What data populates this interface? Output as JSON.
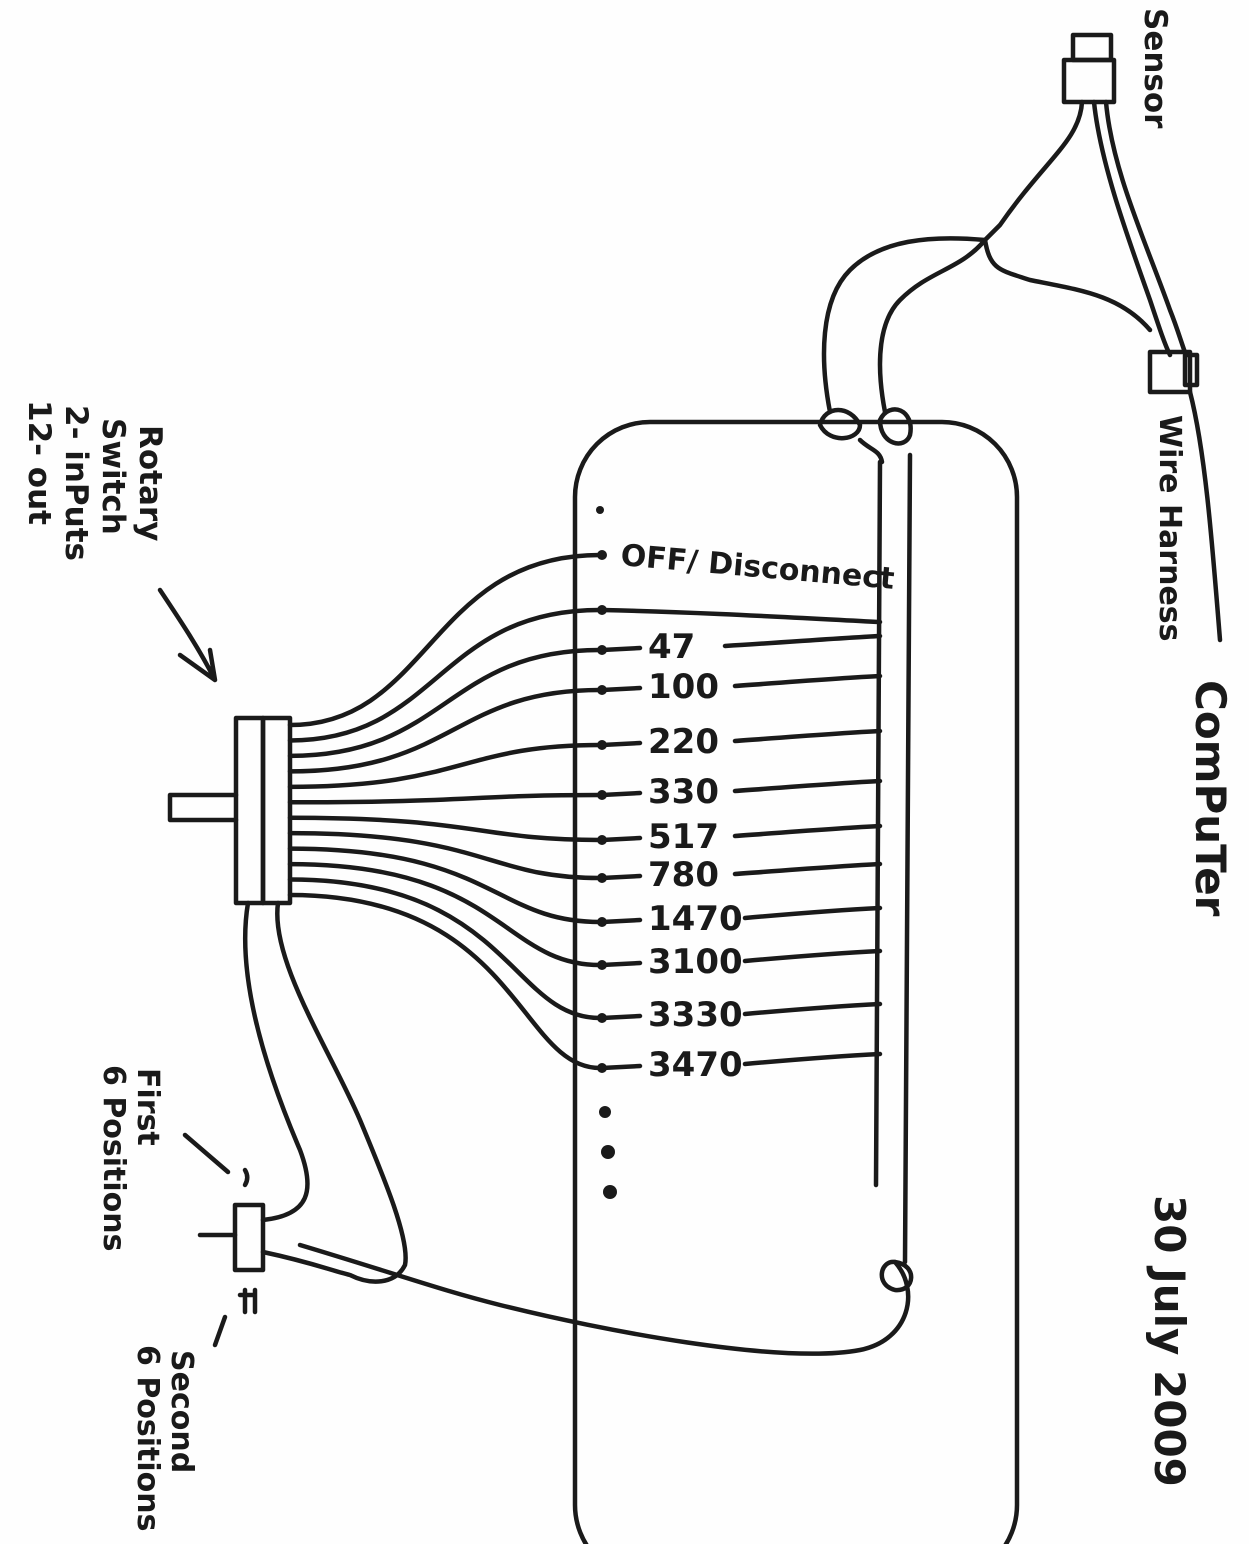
{
  "labels": {
    "sensor": "Sensor",
    "wire_harness": "Wire Harness",
    "computer": "ComPuTer",
    "date": "30 July 2009",
    "off": "OFF/ Disconnect",
    "rotary": [
      "Rotary",
      "Switch",
      "2- inPuts",
      "12- out"
    ],
    "first": [
      "First",
      "6 Positions"
    ],
    "second": [
      "Second",
      "6 Positions"
    ]
  },
  "resistors": [
    "47",
    "100",
    "220",
    "330",
    "517",
    "780",
    "1470",
    "3100",
    "3330",
    "3470"
  ]
}
